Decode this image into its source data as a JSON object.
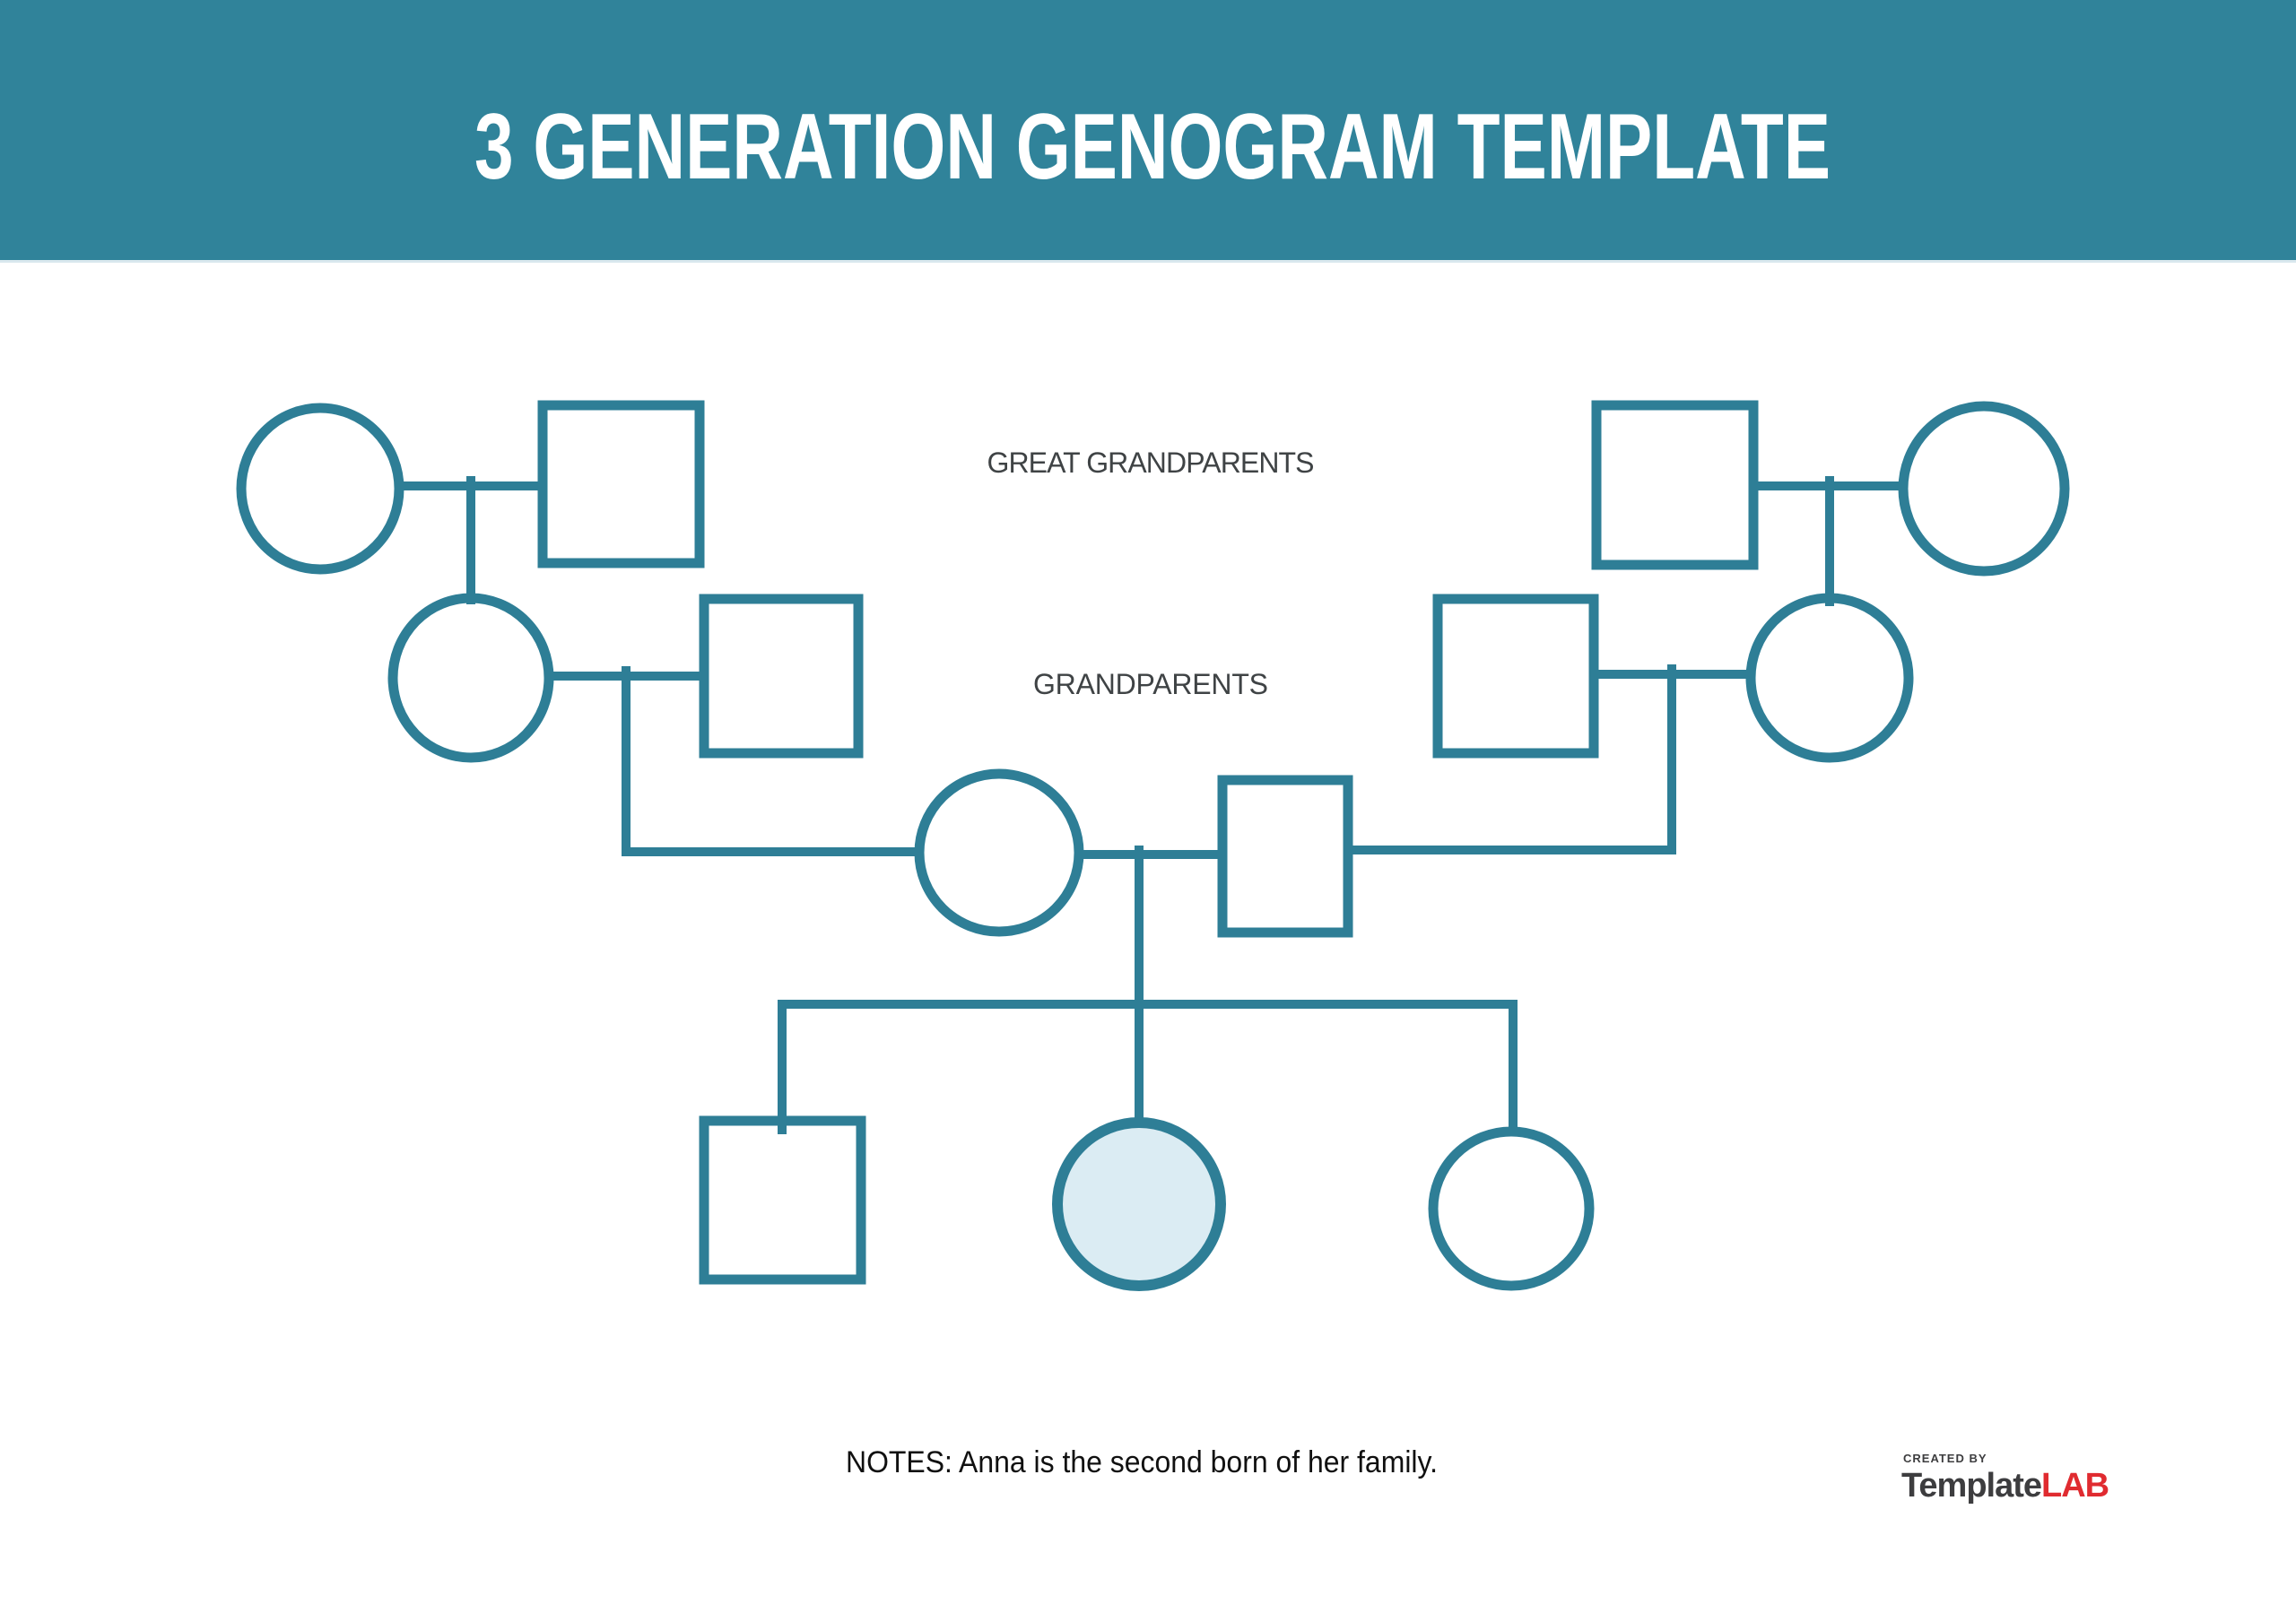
{
  "header": {
    "title": "3 GENERATION GENOGRAM TEMPLATE",
    "background_color": "#30839A",
    "title_color": "#FFFFFF"
  },
  "labels": {
    "generation1": "GREAT GRANDPARENTS",
    "generation2": "GRANDPARENTS"
  },
  "notes": {
    "text": "NOTES: Anna is the second born of her family."
  },
  "logo": {
    "created_by": "CREATED BY",
    "name_primary": "Template",
    "name_accent": "LAB",
    "primary_color": "#3D3D3F",
    "accent_color": "#E02B30"
  },
  "colors": {
    "shape_stroke": "#2E7E96",
    "highlight_fill": "#DBECF3",
    "label_color": "#3F4345",
    "notes_color": "#101010"
  },
  "genogram": {
    "shape_legend": {
      "circle": "female",
      "square": "male"
    },
    "highlighted_member": "anna",
    "generations": [
      {
        "index": 1,
        "label": "GREAT GRANDPARENTS",
        "couples": [
          {
            "side": "maternal",
            "members": [
              {
                "id": "great-grandmother-maternal",
                "shape": "circle"
              },
              {
                "id": "great-grandfather-maternal",
                "shape": "square"
              }
            ]
          },
          {
            "side": "paternal",
            "members": [
              {
                "id": "great-grandfather-paternal",
                "shape": "square"
              },
              {
                "id": "great-grandmother-paternal",
                "shape": "circle"
              }
            ]
          }
        ]
      },
      {
        "index": 2,
        "label": "GRANDPARENTS",
        "couples": [
          {
            "side": "maternal",
            "members": [
              {
                "id": "grandmother-maternal",
                "shape": "circle"
              },
              {
                "id": "grandfather-maternal",
                "shape": "square"
              }
            ]
          },
          {
            "side": "paternal",
            "members": [
              {
                "id": "grandfather-paternal",
                "shape": "square"
              },
              {
                "id": "grandmother-paternal",
                "shape": "circle"
              }
            ]
          }
        ]
      },
      {
        "index": 3,
        "label": "",
        "couples": [
          {
            "side": "parents",
            "members": [
              {
                "id": "mother",
                "shape": "circle"
              },
              {
                "id": "father",
                "shape": "square"
              }
            ]
          }
        ]
      },
      {
        "index": 4,
        "label": "",
        "children": [
          {
            "id": "son",
            "shape": "square",
            "birth_order": 1
          },
          {
            "id": "anna",
            "shape": "circle",
            "birth_order": 2,
            "highlighted": true
          },
          {
            "id": "daughter",
            "shape": "circle",
            "birth_order": 3
          }
        ]
      }
    ]
  }
}
